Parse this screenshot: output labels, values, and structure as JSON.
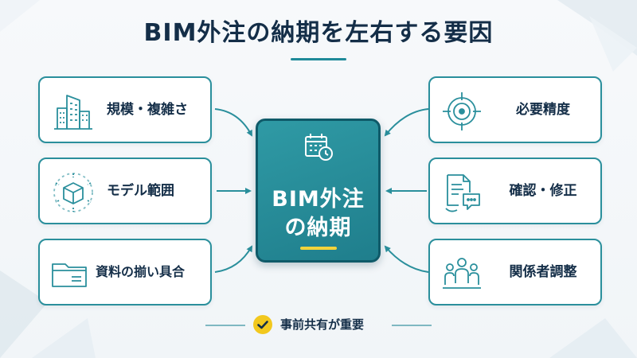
{
  "title": "BIM外注の納期を左右する要因",
  "center": {
    "line1": "BIM外注",
    "line2": "の納期"
  },
  "factors_left": [
    {
      "label": "規模・複雑さ",
      "icon": "buildings-icon"
    },
    {
      "label": "モデル範囲",
      "icon": "cube-icon"
    },
    {
      "label": "資料の揃い具合",
      "icon": "folder-icon"
    }
  ],
  "factors_right": [
    {
      "label": "必要精度",
      "icon": "target-icon"
    },
    {
      "label": "確認・修正",
      "icon": "document-chat-icon"
    },
    {
      "label": "関係者調整",
      "icon": "people-group-icon"
    }
  ],
  "footer": {
    "text": "事前共有が重要",
    "icon": "check-icon"
  },
  "colors": {
    "teal": "#2a8f9c",
    "center_fill": "#1f7e8c",
    "center_border": "#0f5a69",
    "accent_yellow": "#f2d33b",
    "title_text": "#142e48"
  }
}
